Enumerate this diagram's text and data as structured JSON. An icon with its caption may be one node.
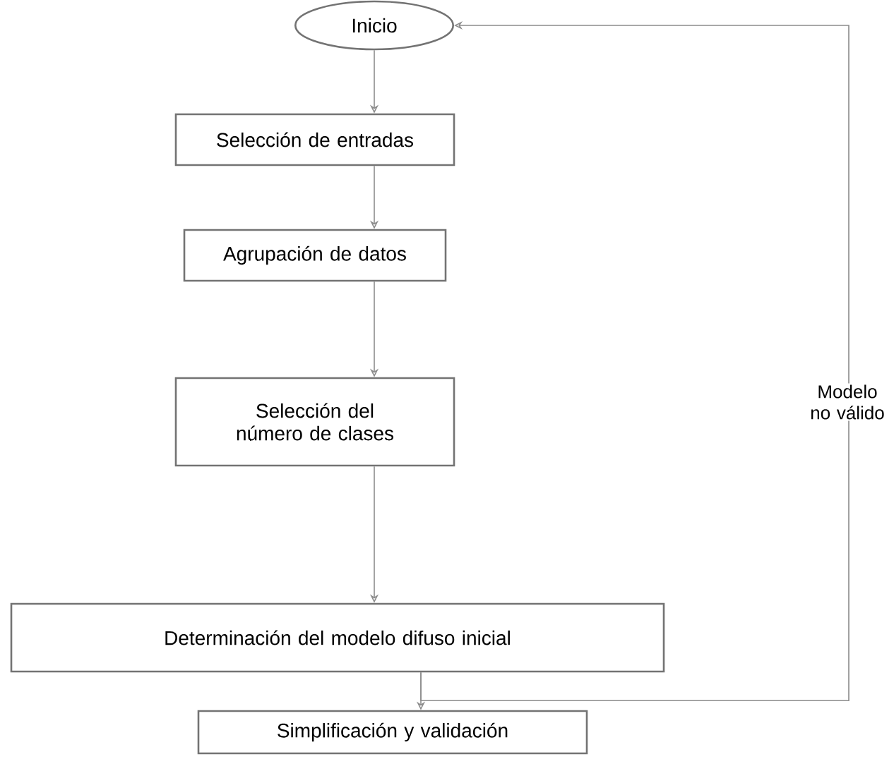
{
  "diagram": {
    "nodes": [
      {
        "text": [
          "Inicio"
        ]
      },
      {
        "text": [
          "Selección de entradas"
        ]
      },
      {
        "text": [
          "Agrupación de datos"
        ]
      },
      {
        "text": [
          "Selección del número de clases"
        ]
      },
      {
        "text": [
          "Determinación del modelo difuso inicial"
        ]
      },
      {
        "text": [
          "Simplificación y validación"
        ]
      }
    ],
    "edges": [
      {
        "from": 0,
        "to": 1,
        "arrow": "to"
      },
      {
        "from": 1,
        "to": 2,
        "arrow": "to"
      },
      {
        "from": 2,
        "to": 3,
        "arrow": "to"
      },
      {
        "from": 3,
        "to": 4,
        "arrow": "to"
      },
      {
        "from": 4,
        "to": 5,
        "arrow": "to"
      },
      {
        "from": 4,
        "to": 0,
        "arrow": "to",
        "label": "Modelo no válido"
      }
    ]
  }
}
